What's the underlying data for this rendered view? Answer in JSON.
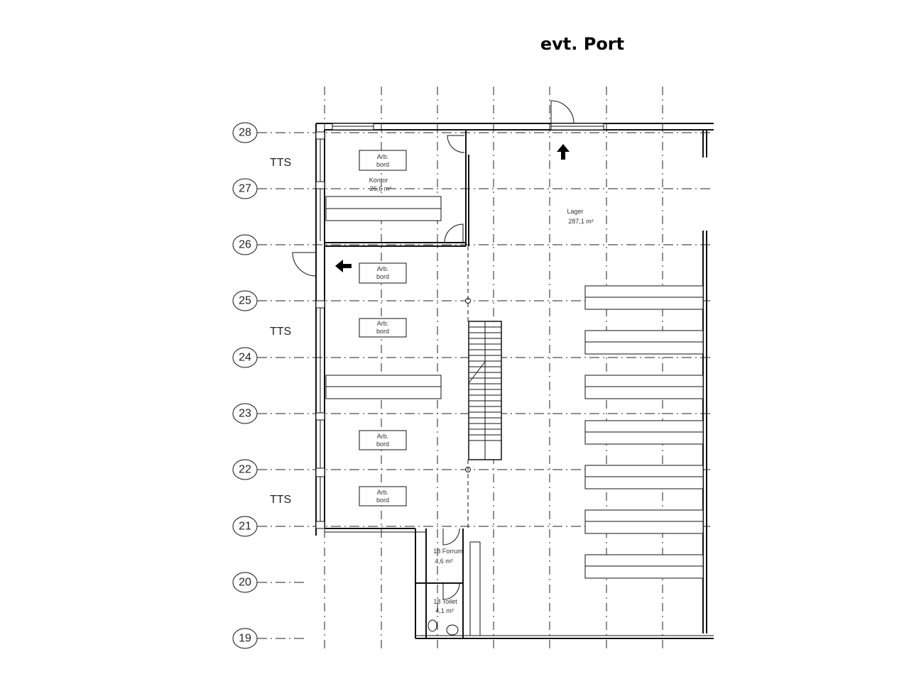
{
  "title": "evt. Port",
  "grid_rows": [
    "28",
    "27",
    "26",
    "25",
    "24",
    "23",
    "22",
    "21",
    "20",
    "19"
  ],
  "tts_labels": [
    "TTS",
    "TTS",
    "TTS"
  ],
  "rooms": {
    "office": {
      "name": "Kontor",
      "area": "26,6 m²"
    },
    "storage": {
      "name": "Lager",
      "area": "287,1 m²"
    },
    "anteroom": {
      "name": "18 Forrum",
      "area": "4,6 m²"
    },
    "toilet": {
      "name": "18 Toilet",
      "area": "4,1 m²"
    }
  },
  "work_desks": [
    {
      "line1": "Arb.",
      "line2": "bord"
    },
    {
      "line1": "Arb.",
      "line2": "bord"
    },
    {
      "line1": "Arb.",
      "line2": "bord"
    },
    {
      "line1": "Arb.",
      "line2": "bord"
    },
    {
      "line1": "Arb.",
      "line2": "bord"
    }
  ],
  "icons": [
    "arrow-up-icon",
    "arrow-left-icon"
  ]
}
